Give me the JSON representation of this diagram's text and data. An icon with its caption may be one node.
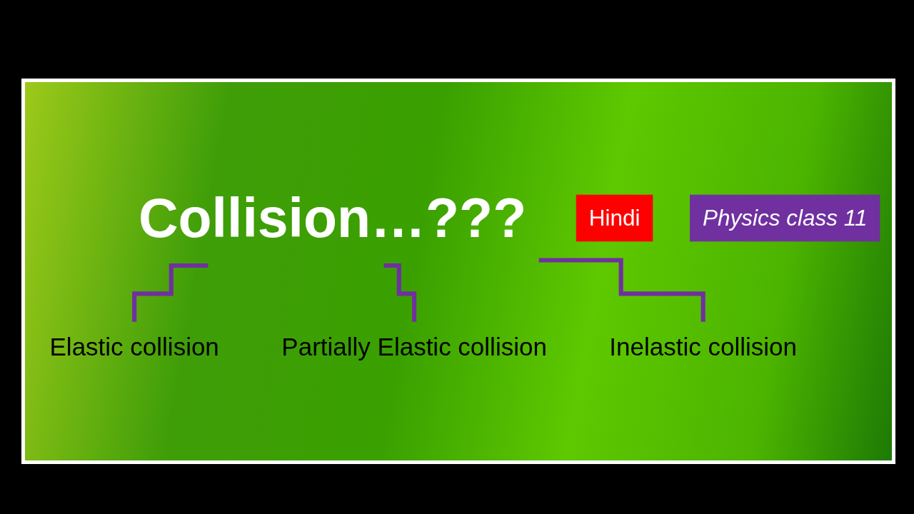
{
  "diagram": {
    "nodes": [
      {
        "text": [
          "Collision…???"
        ]
      },
      {
        "text": [
          "Elastic collision"
        ]
      },
      {
        "text": [
          "Partially Elastic collision"
        ]
      },
      {
        "text": [
          "Inelastic collision"
        ]
      },
      {
        "text": [
          "Hindi"
        ]
      },
      {
        "text": [
          "Physics class 11"
        ]
      }
    ],
    "edges": [
      {
        "from": 0,
        "to": 1,
        "arrow": "none"
      },
      {
        "from": 0,
        "to": 2,
        "arrow": "none"
      },
      {
        "from": 0,
        "to": 3,
        "arrow": "none"
      }
    ]
  }
}
